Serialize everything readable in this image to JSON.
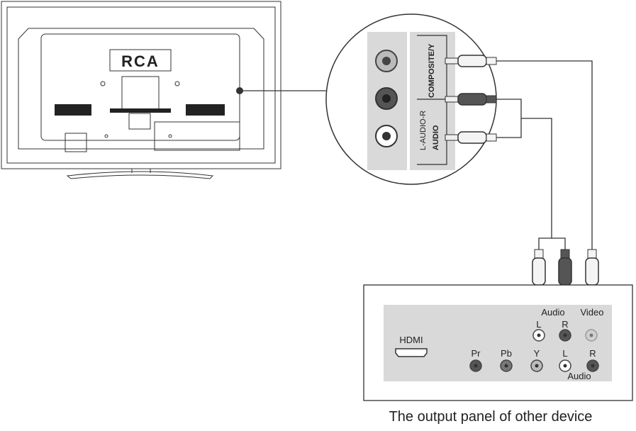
{
  "tv": {
    "logo": "RCA"
  },
  "tv_panel": {
    "composite_label": "COMPOSITE/Y",
    "audio_lr_label": "L-AUDIO-R",
    "audio_label": "AUDIO"
  },
  "device_panel": {
    "hdmi_label": "HDMI",
    "audio_group_label": "Audio",
    "video_label": "Video",
    "l_label": "L",
    "r_label": "R",
    "pr_label": "Pr",
    "pb_label": "Pb",
    "y_label": "Y",
    "l2_label": "L",
    "r2_label": "R",
    "audio_bottom_label": "Audio"
  },
  "caption": "The output panel of other device",
  "colors": {
    "red_jack": "#505050",
    "white_jack": "#ffffff",
    "yellow_jack": "#d0d0d0",
    "panel_gray": "#d9d9d9"
  }
}
